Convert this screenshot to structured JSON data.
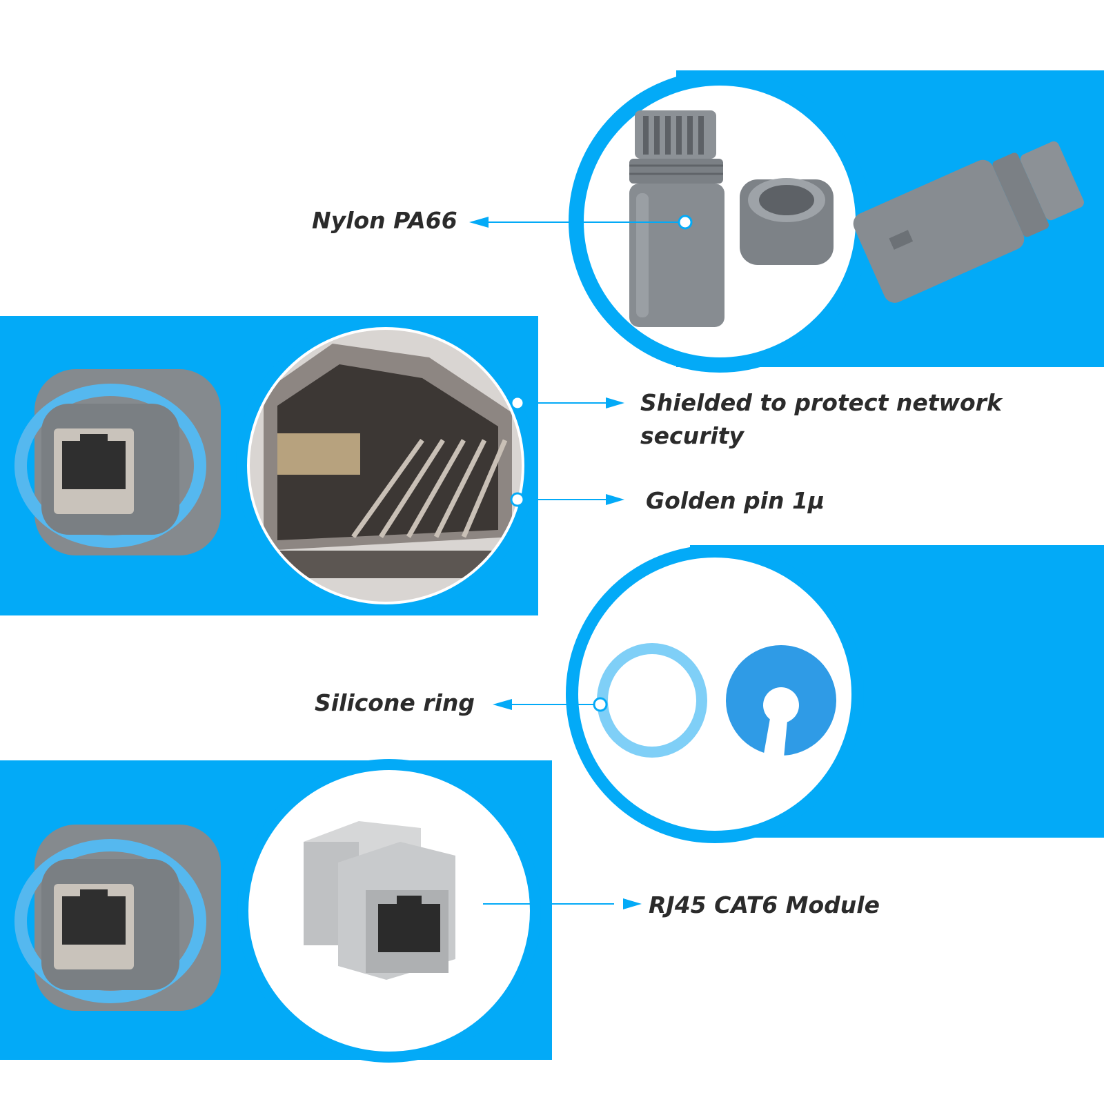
{
  "colors": {
    "accent_blue": "#03aaf7",
    "connector_gray": "#858a8e",
    "ring_blue": "#55b8ef",
    "text": "#2b2b2b"
  },
  "labels": {
    "nylon": "Nylon PA66",
    "shielded": "Shielded to protect network security",
    "golden_pin": "Golden pin 1μ",
    "silicone_ring": "Silicone ring",
    "module": "RJ45 CAT6 Module"
  },
  "icons": {
    "arrow": "arrow-head-icon",
    "dot": "callout-dot-icon"
  }
}
